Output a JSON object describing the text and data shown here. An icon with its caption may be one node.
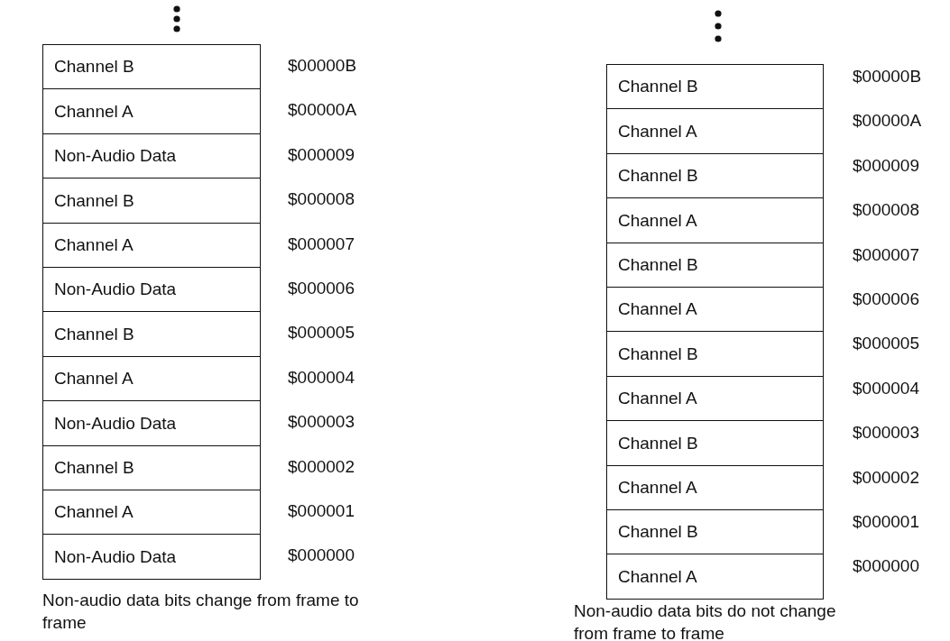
{
  "diagram": {
    "nodes": [
      {
        "text": [
          "Channel B"
        ]
      },
      {
        "text": [
          "Channel A"
        ]
      },
      {
        "text": [
          "Non-Audio Data"
        ]
      },
      {
        "text": [
          "Channel B"
        ]
      },
      {
        "text": [
          "Channel A"
        ]
      },
      {
        "text": [
          "Non-Audio Data"
        ]
      },
      {
        "text": [
          "Channel B"
        ]
      },
      {
        "text": [
          "Channel A"
        ]
      },
      {
        "text": [
          "Non-Audio Data"
        ]
      },
      {
        "text": [
          "Channel B"
        ]
      },
      {
        "text": [
          "Channel A"
        ]
      },
      {
        "text": [
          "Non-Audio Data"
        ]
      },
      {
        "text": [
          "Channel B"
        ]
      },
      {
        "text": [
          "Channel A"
        ]
      },
      {
        "text": [
          "Channel B"
        ]
      },
      {
        "text": [
          "Channel A"
        ]
      },
      {
        "text": [
          "Channel B"
        ]
      },
      {
        "text": [
          "Channel A"
        ]
      },
      {
        "text": [
          "Channel B"
        ]
      },
      {
        "text": [
          "Channel A"
        ]
      },
      {
        "text": [
          "Channel B"
        ]
      },
      {
        "text": [
          "Channel A"
        ]
      },
      {
        "text": [
          "Channel B"
        ]
      },
      {
        "text": [
          "Channel A"
        ]
      }
    ],
    "edges": [],
    "labels": [
      "$00000B",
      "$00000A",
      "$000009",
      "$000008",
      "$000007",
      "$000006",
      "$000005",
      "$000004",
      "$000003",
      "$000002",
      "$000001",
      "$000000",
      "Non-audio data bits change from frame to frame",
      "$00000B",
      "$00000A",
      "$000009",
      "$000008",
      "$000007",
      "$000006",
      "$000005",
      "$000004",
      "$000003",
      "$000002",
      "$000001",
      "$000000",
      "Non-audio data bits do not change from frame to frame"
    ]
  }
}
